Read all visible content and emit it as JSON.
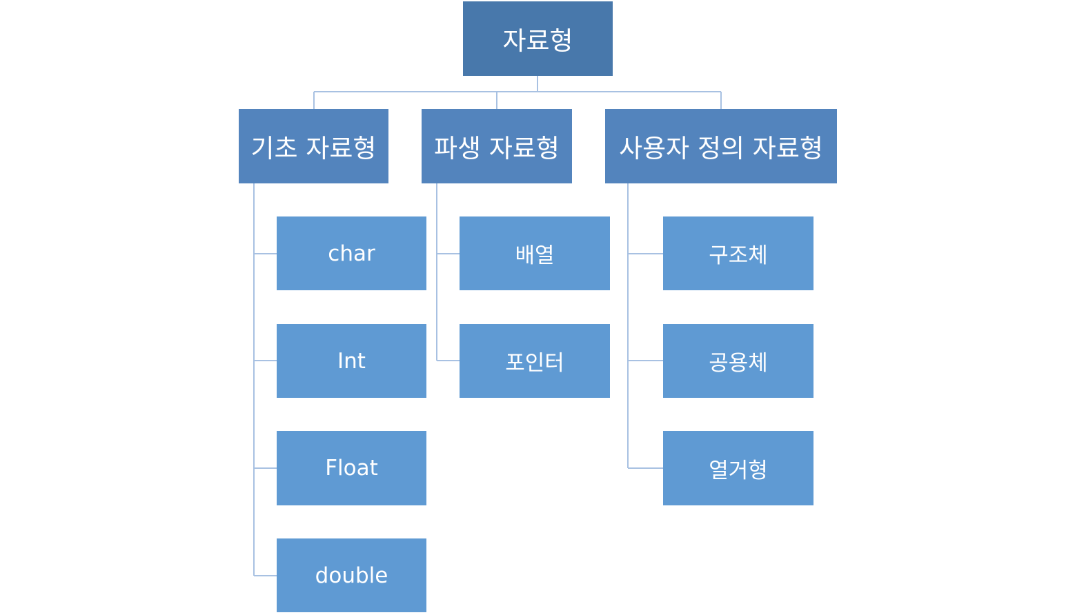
{
  "root": {
    "label": "자료형"
  },
  "categories": [
    {
      "label": "기초 자료형",
      "children": [
        "char",
        "Int",
        "Float",
        "double"
      ]
    },
    {
      "label": "파생 자료형",
      "children": [
        "배열",
        "포인터"
      ]
    },
    {
      "label": "사용자 정의 자료형",
      "children": [
        "구조체",
        "공용체",
        "열거형"
      ]
    }
  ],
  "colors": {
    "root": "#4878ab",
    "category": "#5384bd",
    "leaf": "#5f9ad3",
    "connector": "#a8c1e2",
    "text": "#ffffff"
  }
}
